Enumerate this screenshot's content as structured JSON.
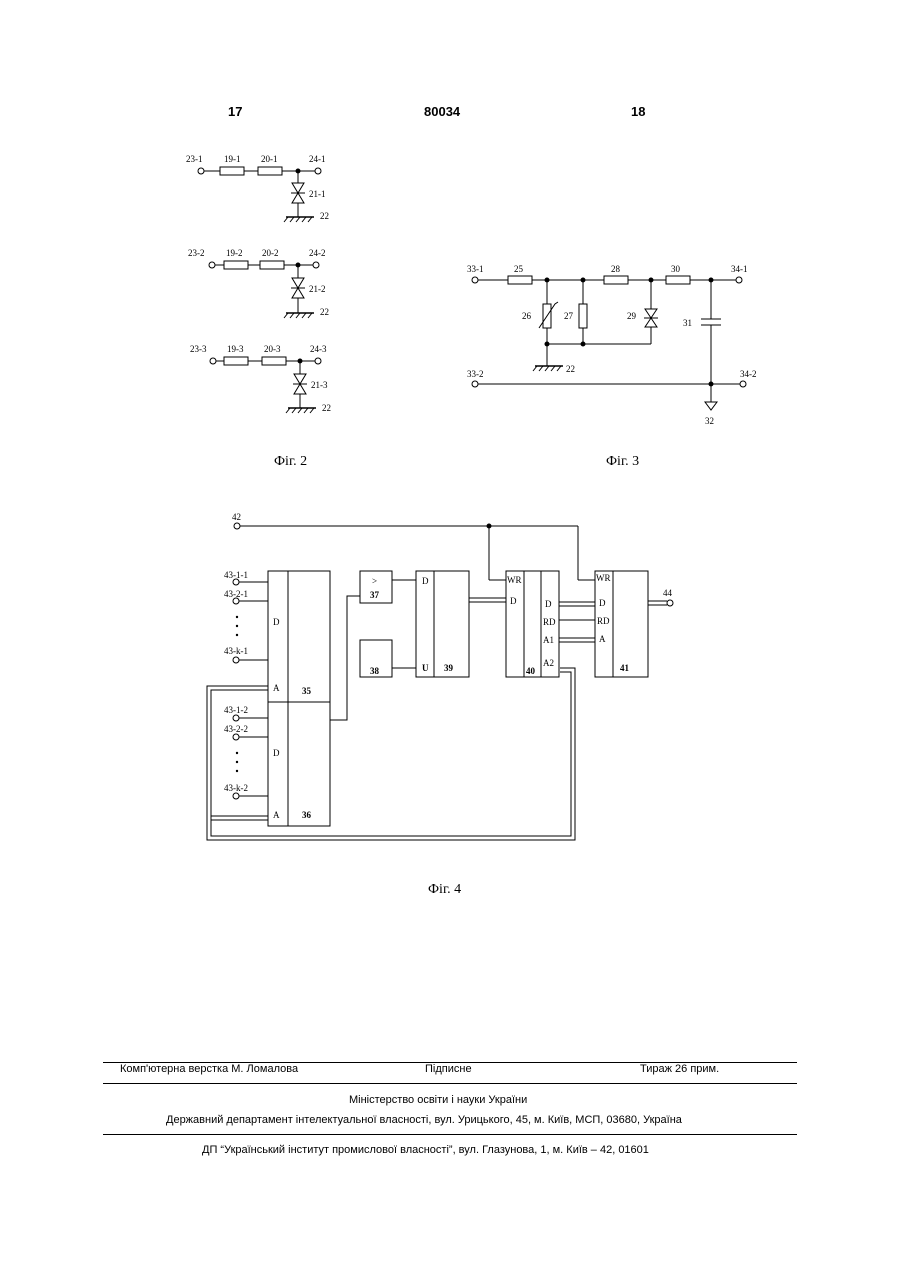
{
  "header": {
    "left_page": "17",
    "patent_number": "80034",
    "right_page": "18"
  },
  "fig2": {
    "caption": "Фіг. 2",
    "rows": [
      {
        "input": "23-1",
        "res1": "19-1",
        "res2": "20-1",
        "output": "24-1",
        "diode": "21-1",
        "ground": "22"
      },
      {
        "input": "23-2",
        "res1": "19-2",
        "res2": "20-2",
        "output": "24-2",
        "diode": "21-2",
        "ground": "22"
      },
      {
        "input": "23-3",
        "res1": "19-3",
        "res2": "20-3",
        "output": "24-3",
        "diode": "21-3",
        "ground": "22"
      }
    ]
  },
  "fig3": {
    "caption": "Фіг. 3",
    "labels": {
      "in_top": "33-1",
      "out_top": "34-1",
      "in_bottom": "33-2",
      "out_bottom": "34-2",
      "r25": "25",
      "r28": "28",
      "r30": "30",
      "var26": "26",
      "r27": "27",
      "d29": "29",
      "c31": "31",
      "gnd22": "22",
      "gnd32": "32"
    }
  },
  "fig4": {
    "caption": "Фіг. 4",
    "labels": {
      "line42": "42",
      "out44": "44",
      "in1": "43-1-1",
      "in2": "43-2-1",
      "ink": "43-k-1",
      "in1b": "43-1-2",
      "in2b": "43-2-2",
      "inkb": "43-k-2",
      "b35": "35",
      "b36": "36",
      "b37": "37",
      "b38": "38",
      "b39": "39",
      "b40": "40",
      "b41": "41",
      "pD": "D",
      "pA": "A",
      "pU": "U",
      "pWR": "WR",
      "pRD": "RD",
      "pA1": "A1",
      "pA2": "A2",
      "cmp": ">",
      "dots": "·"
    }
  },
  "footer": {
    "layout": "Комп'ютерна верстка М. Ломалова",
    "signed": "Підписне",
    "circulation": "Тираж 26 прим.",
    "ministry": "Міністерство освіти і науки України",
    "department": "Державний департамент інтелектуальної власності, вул. Урицького, 45, м. Київ, МСП, 03680, Україна",
    "institute": "ДП “Український інститут промислової власності”, вул. Глазунова, 1, м. Київ – 42, 01601"
  }
}
